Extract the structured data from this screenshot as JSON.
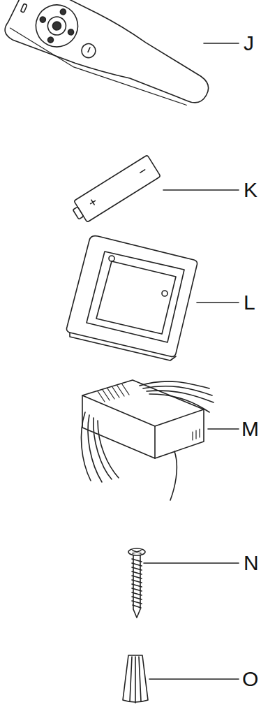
{
  "diagram": {
    "labels": [
      "J",
      "K",
      "L",
      "M",
      "N",
      "O"
    ]
  }
}
